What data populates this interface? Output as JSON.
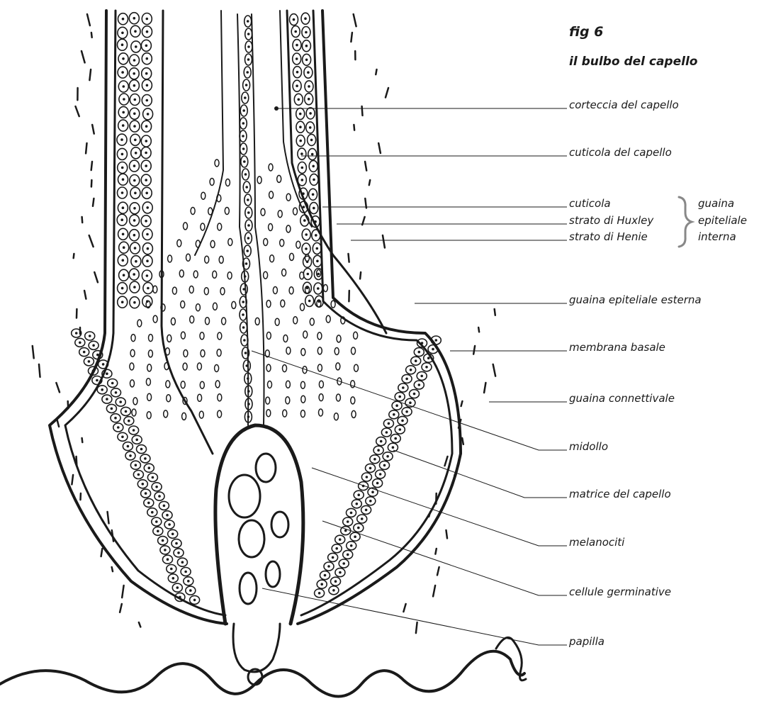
{
  "figure": {
    "number": "fig 6",
    "title": "il bulbo del capello"
  },
  "labels": [
    {
      "id": "corteccia",
      "text": "corteccia del capello"
    },
    {
      "id": "cuticola-capello",
      "text": "cuticola del capello"
    },
    {
      "id": "cuticola",
      "text": "cuticola"
    },
    {
      "id": "huxley",
      "text": "strato di Huxley"
    },
    {
      "id": "henie",
      "text": "strato di Henie"
    },
    {
      "id": "esterna",
      "text": "guaina epiteliale esterna"
    },
    {
      "id": "basale",
      "text": "membrana basale"
    },
    {
      "id": "connettivale",
      "text": "guaina connettivale"
    },
    {
      "id": "midollo",
      "text": "midollo"
    },
    {
      "id": "matrice",
      "text": "matrice del capello"
    },
    {
      "id": "melanociti",
      "text": "melanociti"
    },
    {
      "id": "germinative",
      "text": "cellule germinative"
    },
    {
      "id": "papilla",
      "text": "papilla"
    }
  ],
  "bracket_group": [
    "guaina",
    "epiteliale",
    "interna"
  ],
  "bracket_color": "#888888"
}
